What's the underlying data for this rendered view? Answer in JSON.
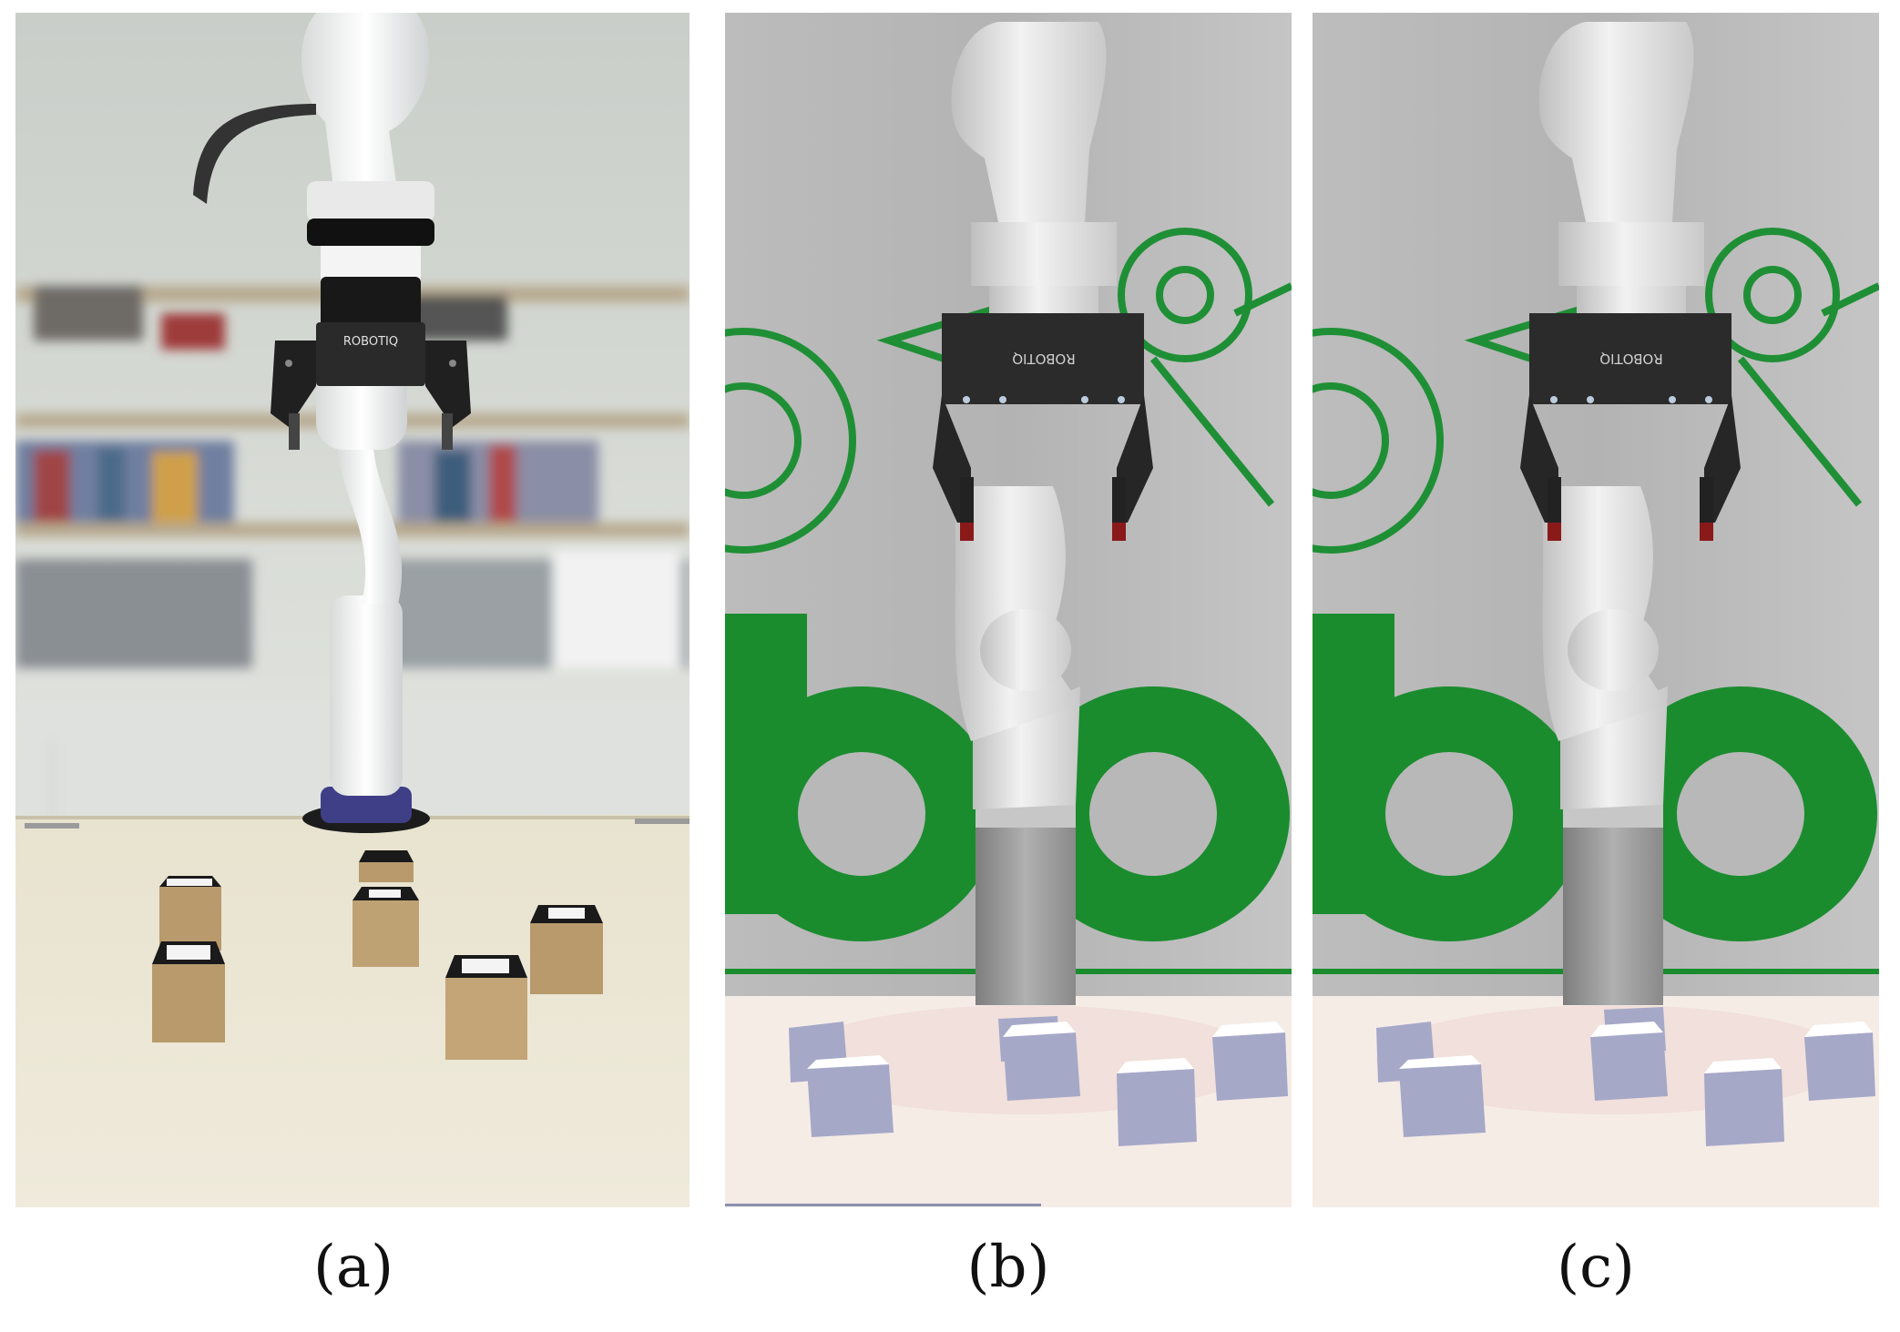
{
  "captions": {
    "a": "(a)",
    "b": "(b)",
    "c": "(c)"
  },
  "panels": {
    "a": {
      "gripper_brand": "ROBOTIQ"
    },
    "b": {
      "gripper_brand": "ROBOTIQ"
    },
    "c": {
      "gripper_brand": "ROBOTIQ"
    }
  },
  "colors": {
    "photo_wall": "#d9dcd8",
    "photo_table": "#ebe6d1",
    "sim_wall": "#b9b9b9",
    "sim_logo_green": "#1a8c2e",
    "sim_floor": "#f7ece6",
    "sim_cube": "#a5a8c8",
    "gripper": "#2b2b2b"
  }
}
